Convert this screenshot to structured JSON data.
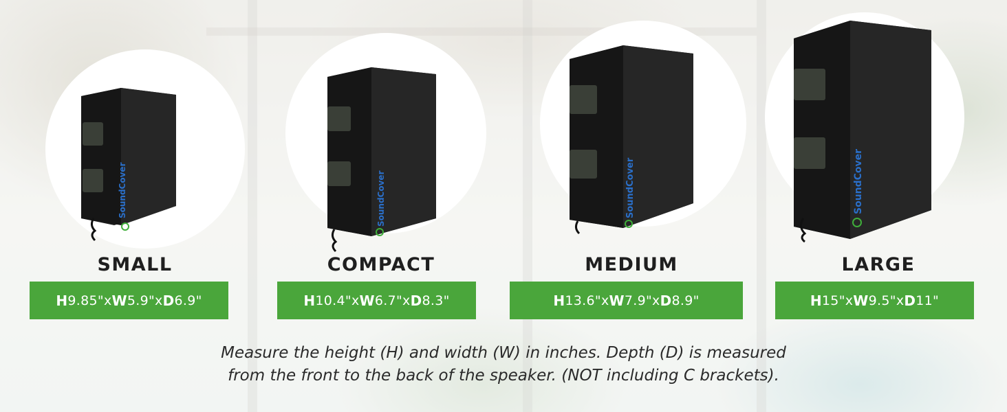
{
  "products": [
    {
      "size": "SMALL",
      "h": "9.85\"",
      "w": "5.9\"",
      "d": "6.9\"",
      "brand": "SoundCover"
    },
    {
      "size": "COMPACT",
      "h": "10.4\"",
      "w": "6.7\"",
      "d": "8.3\"",
      "brand": "SoundCover"
    },
    {
      "size": "MEDIUM",
      "h": "13.6\"",
      "w": "7.9\"",
      "d": "8.9\"",
      "brand": "SoundCover"
    },
    {
      "size": "LARGE",
      "h": "15\"",
      "w": "9.5\"",
      "d": "11\"",
      "brand": "SoundCover"
    }
  ],
  "dim_letters": {
    "h": "H",
    "w": "W",
    "d": "D",
    "x": "x"
  },
  "note": {
    "line1": "Measure the height (H) and width (W) in inches. Depth (D) is measured",
    "line2": "from the front to the back of the speaker. (NOT including C brackets)."
  },
  "colors": {
    "accent_green": "#4aa63b",
    "cover_black": "#1c1c1c",
    "brand_blue": "#2a6fc9",
    "brand_green": "#3fae3a"
  }
}
